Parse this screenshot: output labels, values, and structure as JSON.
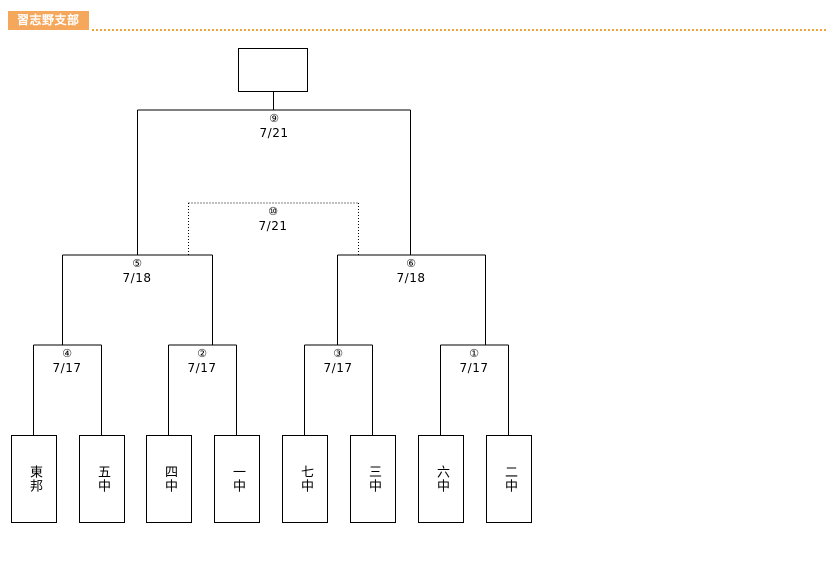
{
  "header": {
    "section_label": "習志野支部",
    "badge_color": "#f5a75c",
    "rule_color": "#f0a23c"
  },
  "bracket": {
    "champion": {
      "label": "",
      "name": "champion-box"
    },
    "final": {
      "number": "⑨",
      "date": "7/21"
    },
    "third_place": {
      "number": "⑩",
      "date": "7/21"
    },
    "semifinals": [
      {
        "number": "⑤",
        "date": "7/18"
      },
      {
        "number": "⑥",
        "date": "7/18"
      }
    ],
    "quarterfinals": [
      {
        "number": "④",
        "date": "7/17"
      },
      {
        "number": "②",
        "date": "7/17"
      },
      {
        "number": "③",
        "date": "7/17"
      },
      {
        "number": "①",
        "date": "7/17"
      }
    ],
    "teams": [
      {
        "name": "東邦"
      },
      {
        "name": "五中"
      },
      {
        "name": "四中"
      },
      {
        "name": "一中"
      },
      {
        "name": "七中"
      },
      {
        "name": "三中"
      },
      {
        "name": "六中"
      },
      {
        "name": "二中"
      }
    ]
  }
}
